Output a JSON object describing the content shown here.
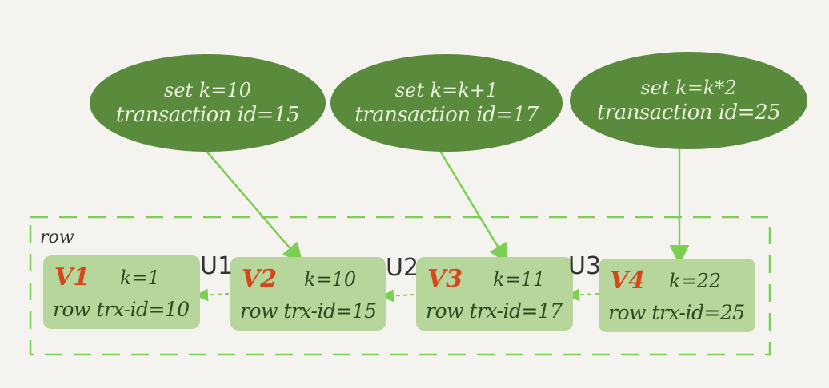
{
  "transactions": [
    {
      "statement": "set k=10",
      "trx": "transaction id=15"
    },
    {
      "statement": "set k=k+1",
      "trx": "transaction id=17"
    },
    {
      "statement": "set k=k*2",
      "trx": "transaction id=25"
    }
  ],
  "row_label": "row",
  "versions": [
    {
      "name": "V1",
      "k": "k=1",
      "trx": "row trx-id=10"
    },
    {
      "name": "V2",
      "k": "k=10",
      "trx": "row trx-id=15"
    },
    {
      "name": "V3",
      "k": "k=11",
      "trx": "row trx-id=17"
    },
    {
      "name": "V4",
      "k": "k=22",
      "trx": "row trx-id=25"
    }
  ],
  "undo_logs": [
    "U1",
    "U2",
    "U3"
  ],
  "colors": {
    "bubble": "#5a8a3c",
    "box": "#b7d69c",
    "arrow": "#7ccf52",
    "version_label": "#d6461b",
    "dash": "#7ccf52"
  }
}
